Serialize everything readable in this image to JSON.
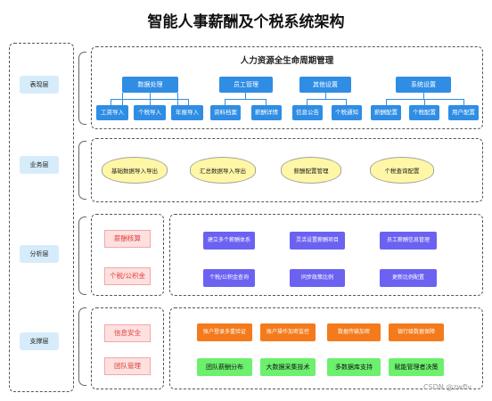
{
  "title": "智能人事薪酬及个税系统架构",
  "layers": [
    "表现层",
    "业务层",
    "分析层",
    "支撑层"
  ],
  "presentation": {
    "heading": "人力资源全生命周期管理",
    "groups": [
      {
        "label": "数据处理",
        "children": [
          "工资导入",
          "个税导入",
          "年报导入"
        ]
      },
      {
        "label": "员工管理",
        "children": [
          "资料档案",
          "薪酬详情"
        ]
      },
      {
        "label": "其他设置",
        "children": [
          "信息公告",
          "个税通知"
        ]
      },
      {
        "label": "系统设置",
        "children": [
          "薪酬配置",
          "个税配置",
          "用户配置"
        ]
      }
    ]
  },
  "business": [
    "基础数据导入导出",
    "汇总数据导入导出",
    "薪酬配置管理",
    "个税查询配置"
  ],
  "analysis": {
    "left": [
      "薪酬核算",
      "个税/公积金"
    ],
    "grid": [
      [
        "建立多个薪酬体系",
        "灵活设置薪酬项目",
        "员工薪酬信息管理"
      ],
      [
        "个税/公积金查询",
        "同步政策比例",
        "更新比例配置"
      ]
    ]
  },
  "support": {
    "left": [
      "信息安全",
      "团队管理"
    ],
    "orange": [
      "账户登录多重验证",
      "账户操作加密监控",
      "数据传输加密",
      "银行级数据保障"
    ],
    "green": [
      "团队薪酬分布",
      "大数据采集技术",
      "多数据库支持",
      "赋能管理者决策"
    ]
  },
  "watermark": "CSDN @zwflv",
  "colors": {
    "blue": "#2f8de4",
    "cloud": "#fff7a6",
    "pink": "#fde0df",
    "red_text": "#e2413d",
    "purple": "#6b62f2",
    "orange": "#f47a1b",
    "green": "#6cf06e",
    "layer_bg": "#d6ecfb"
  }
}
